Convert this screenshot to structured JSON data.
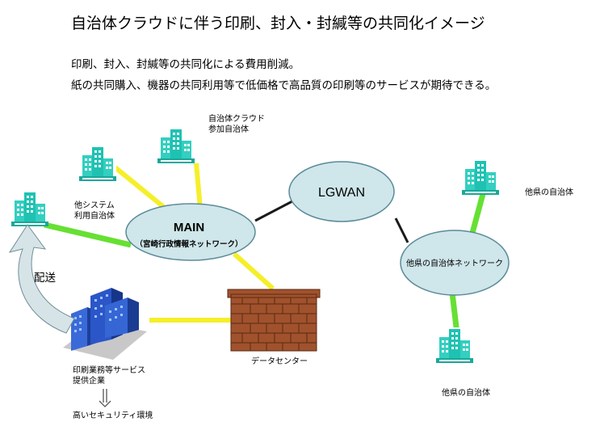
{
  "title": "自治体クラウドに伴う印刷、封入・封緘等の共同化イメージ",
  "description": [
    "印刷、封入、封緘等の共同化による費用削減。",
    "紙の共同購入、機器の共同利用等で低価格で高品質の印刷等のサービスが期待できる。"
  ],
  "nodes": {
    "main": {
      "label": "MAIN",
      "sublabel": "（宮崎行政情報ネットワーク）"
    },
    "lgwan": {
      "label": "LGWAN"
    },
    "other_pref_network": {
      "label": "他県の自治体ネットワーク"
    },
    "data_center": {
      "label": "データセンター"
    },
    "print_company": {
      "label_line1": "印刷業務等サービス",
      "label_line2": "提供企業"
    },
    "security": {
      "label": "高いセキュリティ環境"
    }
  },
  "labels": {
    "cloud_participants_line1": "自治体クラウド",
    "cloud_participants_line2": "参加自治体",
    "other_system_line1": "他システム",
    "other_system_line2": "利用自治体",
    "other_pref_1": "他県の自治体",
    "other_pref_2": "他県の自治体",
    "delivery": "配送"
  },
  "colors": {
    "line_yellow": "#f5ef2a",
    "line_green": "#66e033",
    "line_black": "#1a1a1a",
    "ellipse_fill": "#cfe6ea",
    "ellipse_stroke": "#5a8a98",
    "building_teal": "#33cfc0",
    "building_blue": "#2a56c8",
    "brick": "#a0522d"
  }
}
